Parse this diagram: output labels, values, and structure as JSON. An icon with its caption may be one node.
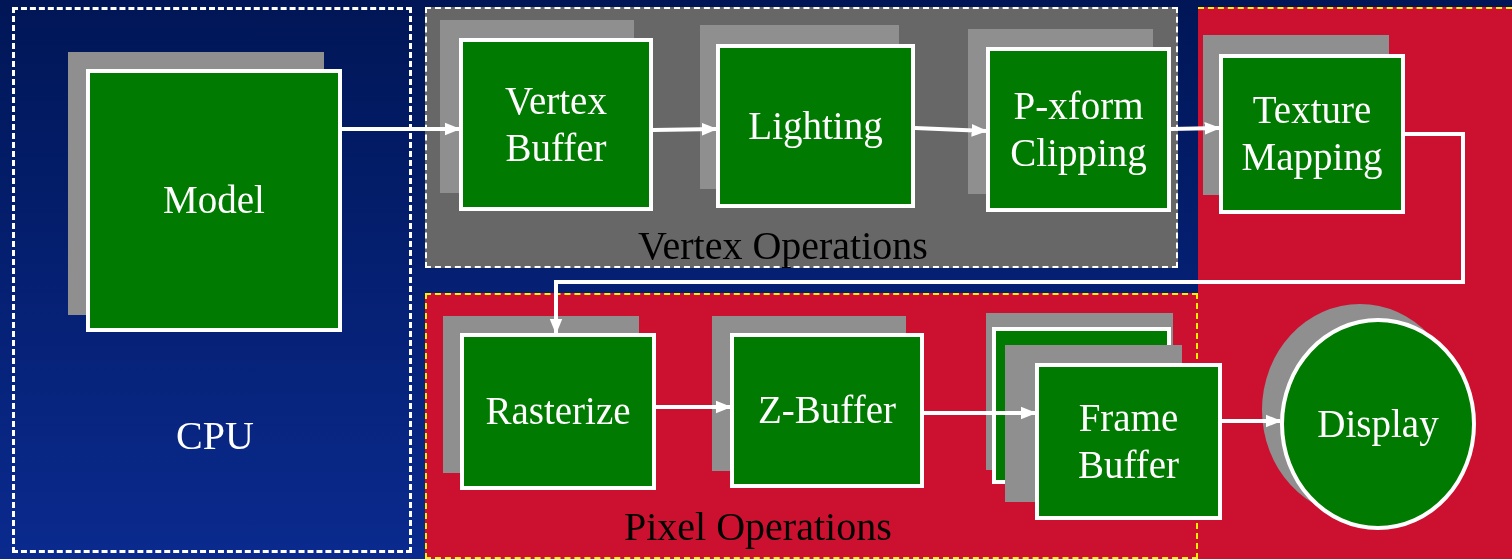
{
  "diagram": {
    "nodes": [
      {
        "text": [
          "CPU"
        ]
      },
      {
        "text": [
          "Model"
        ],
        "in": 0
      },
      {
        "text": [
          "Vertex Operations"
        ]
      },
      {
        "text": [
          "Vertex Buffer"
        ],
        "in": 2
      },
      {
        "text": [
          "Lighting"
        ],
        "in": 2
      },
      {
        "text": [
          "P-xform Clipping"
        ],
        "in": 2
      },
      {
        "text": [],
        "shape": "box"
      },
      {
        "text": [
          "Texture Mapping"
        ],
        "in": 6
      },
      {
        "text": [
          "Pixel Operations"
        ]
      },
      {
        "text": [
          "Rasterize"
        ],
        "in": 8
      },
      {
        "text": [
          "Z-Buffer"
        ],
        "in": 8
      },
      {
        "text": [
          "Frame Buffer"
        ]
      },
      {
        "text": [
          "Display"
        ],
        "in": 6
      }
    ],
    "edges": [
      {
        "from": 1,
        "to": 3,
        "arrow": "to"
      },
      {
        "from": 3,
        "to": 4,
        "arrow": "to"
      },
      {
        "from": 4,
        "to": 5,
        "arrow": "to"
      },
      {
        "from": 5,
        "to": 7,
        "arrow": "to"
      },
      {
        "from": 7,
        "to": 9,
        "arrow": "to"
      },
      {
        "from": 9,
        "to": 10,
        "arrow": "to"
      },
      {
        "from": 10,
        "to": 11,
        "arrow": "to"
      },
      {
        "from": 11,
        "to": 12,
        "arrow": "to"
      }
    ]
  }
}
